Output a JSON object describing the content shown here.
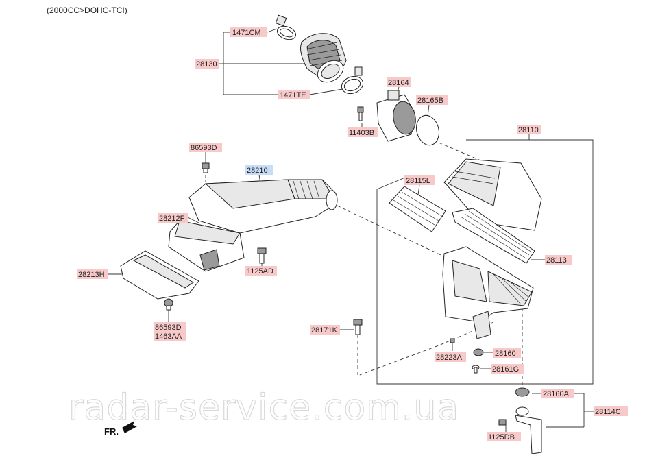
{
  "header": {
    "engine_note": "(2000CC>DOHC-TCI)"
  },
  "colors": {
    "label_bg": "#f7c9c9",
    "label_bg_selected": "#c7dcf5",
    "line": "#333333"
  },
  "labels": {
    "p1471CM": "1471CM",
    "p28130": "28130",
    "p1471TE": "1471TE",
    "p28164": "28164",
    "p28165B": "28165B",
    "p11403B": "11403B",
    "p28110": "28110",
    "p86593D_top": "86593D",
    "p28210": "28210",
    "p28115L": "28115L",
    "p28212F": "28212F",
    "p1125AD": "1125AD",
    "p28113": "28113",
    "p28213H": "28213H",
    "p86593D_bottom": "86593D",
    "p1463AA": "1463AA",
    "p28171K": "28171K",
    "p28223A": "28223A",
    "p28160": "28160",
    "p28161G": "28161G",
    "p28160A": "28160A",
    "p28114C": "28114C",
    "p1125DB": "1125DB"
  },
  "direction_marker": "FR.",
  "watermark": "radar-service.com.ua"
}
